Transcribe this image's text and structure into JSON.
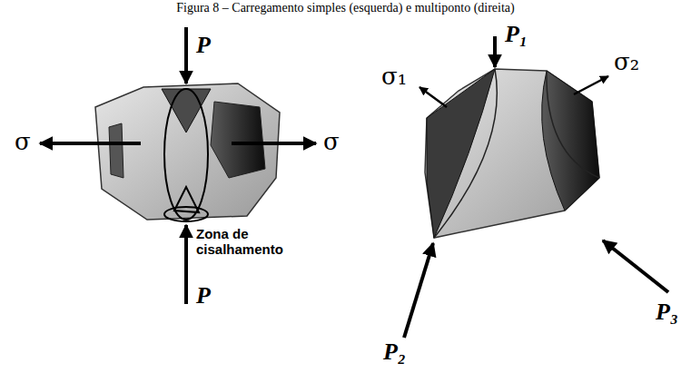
{
  "diagram": {
    "title": "Figura 8 – Carregamento simples (esquerda) e multiponto (direita)",
    "labels": [
      "P",
      "σ",
      "σ",
      "Zona de cisalhamento",
      "P",
      "P₁",
      "σ₁",
      "σ₂",
      "P₂",
      "P₃"
    ]
  }
}
